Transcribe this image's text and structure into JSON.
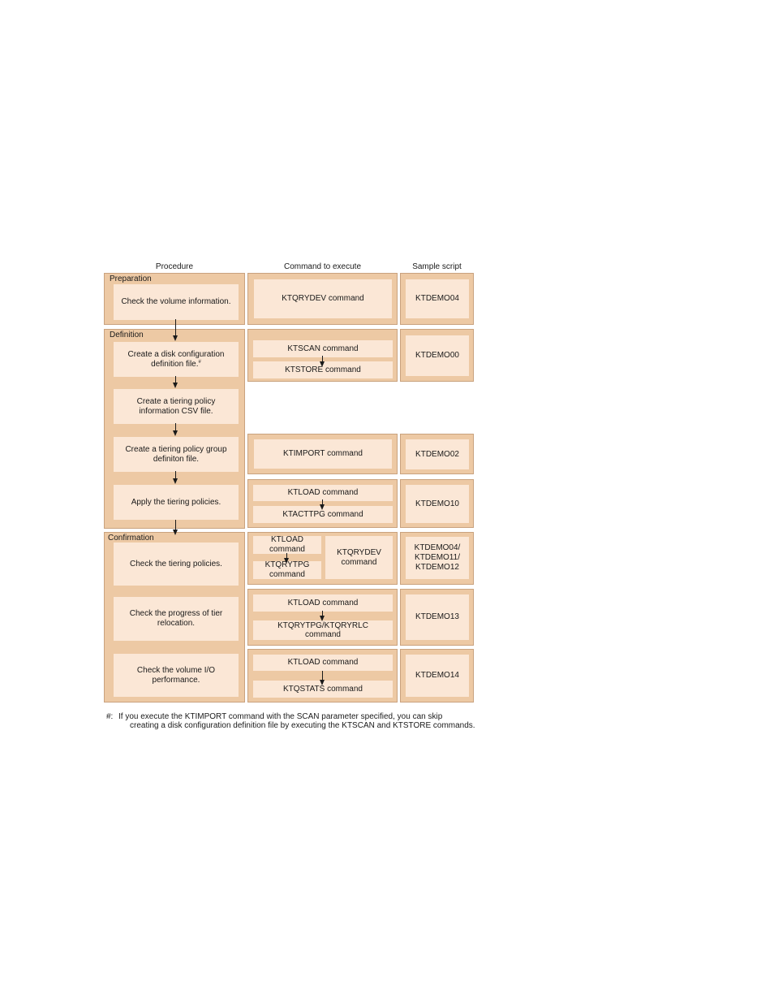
{
  "headers": {
    "procedure": "Procedure",
    "command": "Command to execute",
    "sample": "Sample script"
  },
  "sections": {
    "preparation": "Preparation",
    "definition": "Definition",
    "confirmation": "Confirmation"
  },
  "procedures": {
    "check_volume": "Check the volume information.",
    "create_disk_l1": "Create a disk configuration",
    "create_disk_l2": "definition file.",
    "create_disk_mark": "#",
    "create_tiering_l1": "Create a tiering policy",
    "create_tiering_l2": "information CSV file.",
    "create_group_l1": "Create a tiering policy group",
    "create_group_l2": "definiton file.",
    "apply": "Apply the tiering policies.",
    "check_tiering": "Check the tiering policies.",
    "check_progress_l1": "Check the progress of tier",
    "check_progress_l2": "relocation.",
    "check_io_l1": "Check the volume I/O",
    "check_io_l2": "performance."
  },
  "commands": {
    "ktqrydev": "KTQRYDEV command",
    "ktscan": "KTSCAN command",
    "ktstore": "KTSTORE command",
    "ktimport": "KTIMPORT command",
    "ktload": "KTLOAD command",
    "ktacttpg": "KTACTTPG command",
    "ktload_small_l1": "KTLOAD",
    "ktload_small_l2": "command",
    "ktqrytpg_small_l1": "KTQRYTPG",
    "ktqrytpg_small_l2": "command",
    "ktqrydev_small_l1": "KTQRYDEV",
    "ktqrydev_small_l2": "command",
    "ktload2": "KTLOAD command",
    "ktqrytpg_rlc_l1": "KTQRYTPG/KTQRYRLC",
    "ktqrytpg_rlc_l2": "command",
    "ktload3": "KTLOAD command",
    "ktqstats": "KTQSTATS command"
  },
  "samples": {
    "s04": "KTDEMO04",
    "s00": "KTDEMO00",
    "s02": "KTDEMO02",
    "s10": "KTDEMO10",
    "s_multi_l1": "KTDEMO04/",
    "s_multi_l2": "KTDEMO11/",
    "s_multi_l3": "KTDEMO12",
    "s13": "KTDEMO13",
    "s14": "KTDEMO14"
  },
  "footnote": {
    "mark": "#:",
    "line1": "If you execute the KTIMPORT command with the SCAN parameter specified, you can skip",
    "line2": "creating a disk configuration definition file by executing the KTSCAN and KTSTORE commands."
  }
}
